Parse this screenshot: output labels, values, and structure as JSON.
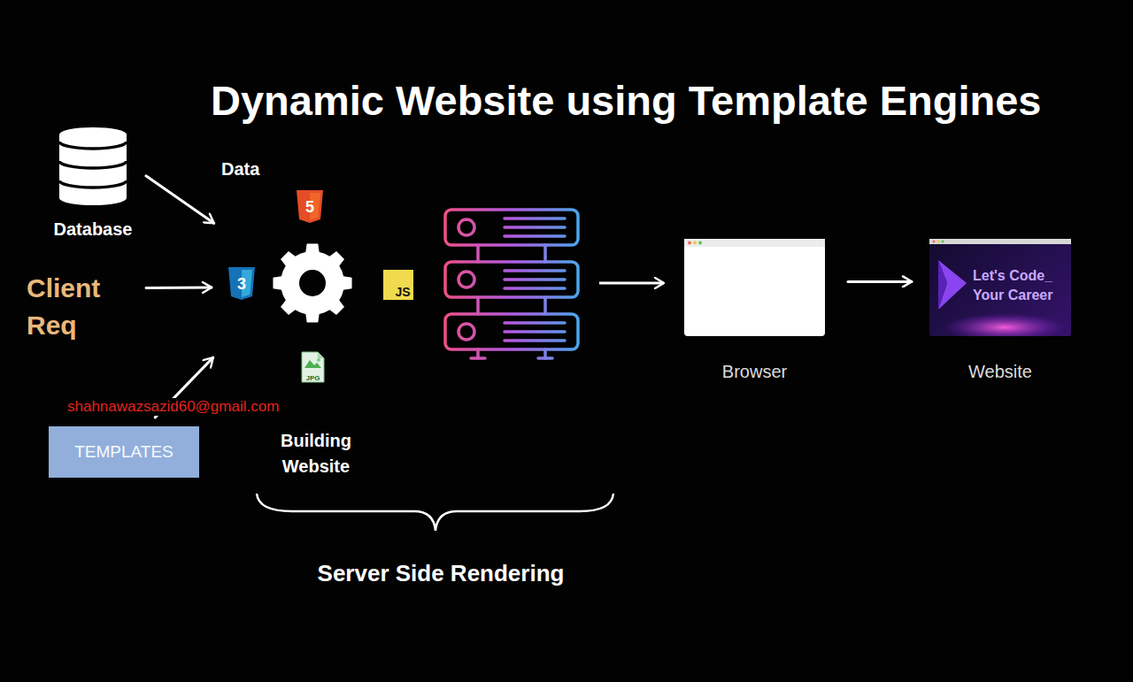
{
  "diagram": {
    "title": "Dynamic Website using Template Engines",
    "nodes": [
      {
        "text": [
          "Database"
        ]
      },
      {
        "text": [
          "Client Req"
        ]
      },
      {
        "text": [
          "TEMPLATES"
        ]
      },
      {
        "text": [
          "Building Website"
        ]
      },
      {
        "text": [
          "Browser"
        ]
      },
      {
        "text": [
          "Let's Code_ Your Career",
          "Website"
        ]
      }
    ],
    "edges": [
      {
        "from": 0,
        "to": 3,
        "label": "Data",
        "arrow": "to"
      },
      {
        "from": 1,
        "to": 3,
        "arrow": "to"
      },
      {
        "from": 2,
        "to": 3,
        "arrow": "to"
      },
      {
        "from": 4,
        "to": 5,
        "arrow": "to"
      }
    ],
    "labels": [
      "5",
      "3",
      "JS",
      "JPG",
      "shahnawazsazid60@gmail.com",
      "Server Side Rendering"
    ]
  }
}
